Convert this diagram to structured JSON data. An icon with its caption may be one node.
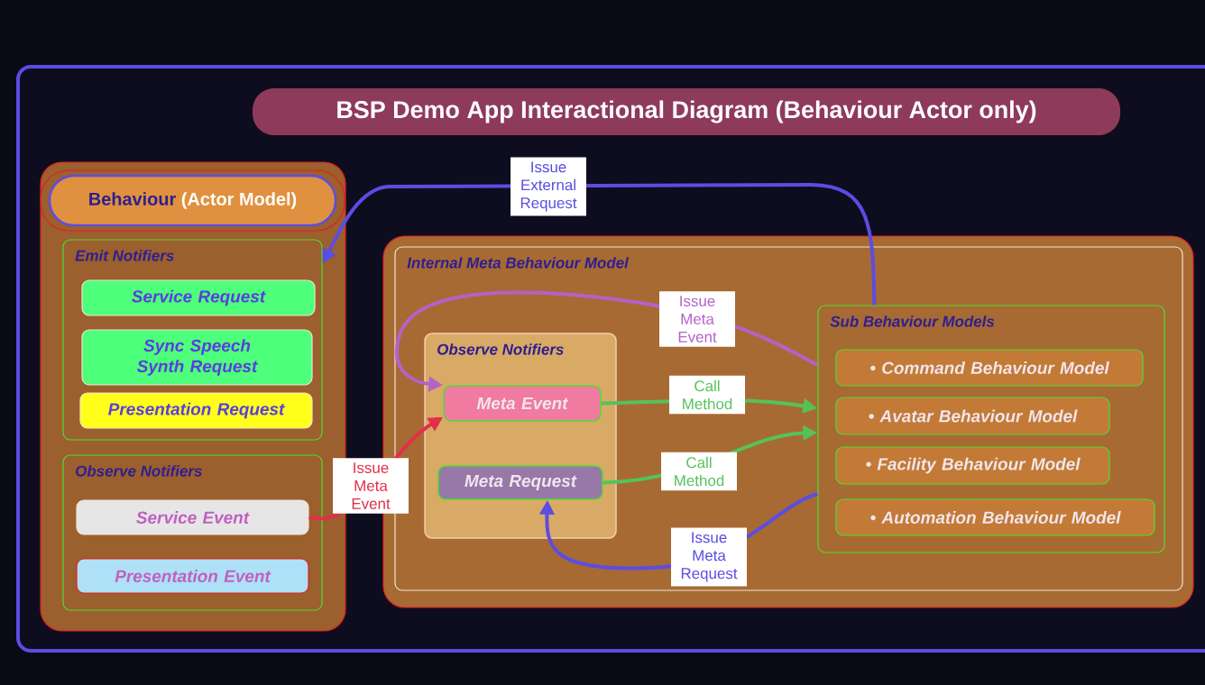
{
  "diagram": {
    "title": "BSP Demo App Interactional Diagram (Behaviour Actor only)",
    "nodes": [
      {
        "text": [],
        "shape": "box"
      },
      {
        "text": [
          "Behaviour",
          "(Actor Model)"
        ],
        "in": 0
      },
      {
        "text": [
          "Emit Notifiers"
        ],
        "in": 0
      },
      {
        "text": [
          "Service Request"
        ],
        "in": 2
      },
      {
        "text": [
          "Sync Speech Synth Request"
        ],
        "in": 2
      },
      {
        "text": [
          "Presentation Request"
        ],
        "in": 2
      },
      {
        "text": [
          "Observe Notifiers"
        ],
        "in": 0
      },
      {
        "text": [
          "Service Event"
        ],
        "in": 6
      },
      {
        "text": [
          "Presentation Event"
        ],
        "in": 6
      },
      {
        "text": [],
        "shape": "box"
      },
      {
        "text": [
          "Internal Meta Behaviour Model"
        ],
        "in": 9
      },
      {
        "text": [
          "Observe Notifiers"
        ],
        "in": 10
      },
      {
        "text": [
          "Meta Event"
        ],
        "in": 11
      },
      {
        "text": [
          "Meta Request"
        ],
        "in": 11
      },
      {
        "text": [
          "Sub Behaviour Models"
        ],
        "in": 10
      },
      {
        "text": [
          "• Command Behaviour Model"
        ],
        "in": 14
      },
      {
        "text": [
          "• Avatar Behaviour Model"
        ],
        "in": 14
      },
      {
        "text": [
          "• Facility Behaviour Model"
        ],
        "in": 14
      },
      {
        "text": [
          "• Automation Behaviour Model"
        ],
        "in": 14
      }
    ],
    "edges": [
      {
        "from": 14,
        "to": 2,
        "arrow": "to",
        "label": "Issue External Request",
        "color": "#5b4de3"
      },
      {
        "from": 7,
        "to": 12,
        "arrow": "to",
        "label": "Issue Meta Event",
        "color": "#e0304a"
      },
      {
        "from": 14,
        "to": 12,
        "arrow": "to",
        "label": "Issue Meta Event",
        "color": "#b462c8"
      },
      {
        "from": 12,
        "to": 14,
        "arrow": "to",
        "label": "Call Method",
        "color": "#55c258"
      },
      {
        "from": 13,
        "to": 14,
        "arrow": "to",
        "label": "Call Method",
        "color": "#55c258"
      },
      {
        "from": 14,
        "to": 13,
        "arrow": "to",
        "label": "Issue Meta Request",
        "color": "#5b4de3"
      }
    ]
  }
}
